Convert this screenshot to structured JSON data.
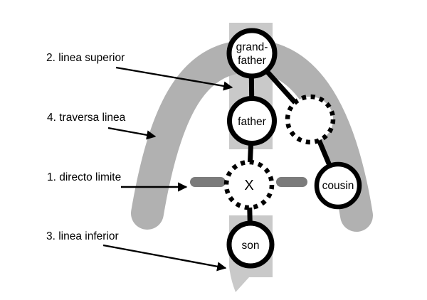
{
  "colors": {
    "arch": "#b1b1b1",
    "band": "#c9c9c9",
    "dash": "#7b7b7b",
    "line": "#000000"
  },
  "annotations": [
    {
      "text": "2. linea superior"
    },
    {
      "text": "4. traversa linea"
    },
    {
      "text": "1. directo limite"
    },
    {
      "text": "3. linea inferior"
    }
  ],
  "nodes": {
    "grandfather": {
      "line1": "grand-",
      "line2": "father"
    },
    "father": {
      "label": "father"
    },
    "x": {
      "label": "X"
    },
    "cousin": {
      "label": "cousin"
    },
    "son": {
      "label": "son"
    }
  }
}
